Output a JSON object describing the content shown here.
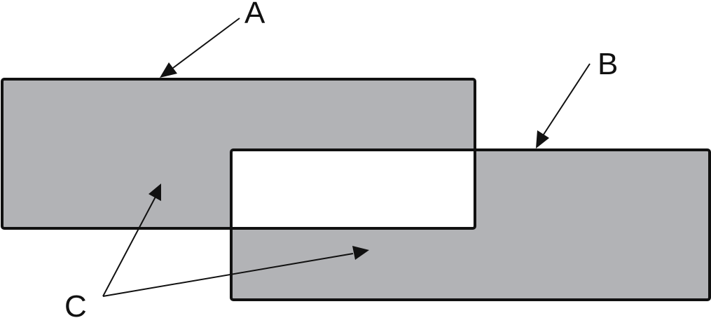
{
  "colors": {
    "region_fill": "#b2b3b6",
    "intersection_fill": "#ffffff",
    "stroke": "#111111"
  },
  "labels": {
    "a": "A",
    "b": "B",
    "c": "C"
  }
}
